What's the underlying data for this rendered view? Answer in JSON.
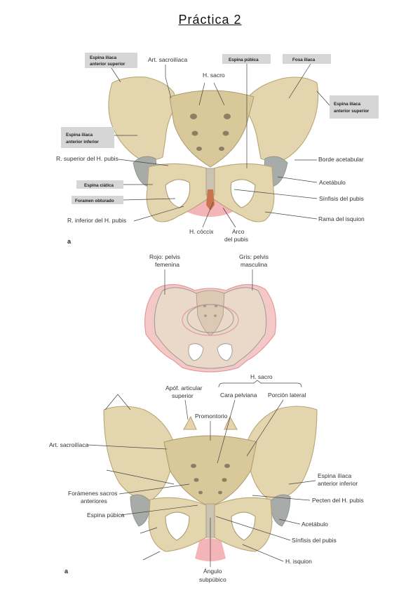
{
  "title": "Práctica 2",
  "figure_a": {
    "boxed_labels": {
      "asis_left_1": "Espina ilíaca",
      "asis_left_2": "anterior superior",
      "pubic_spine": "Espina púbica",
      "iliac_fossa": "Fosa ilíaca",
      "asis_right_1": "Espina ilíaca",
      "asis_right_2": "anterior superior",
      "aiis_1": "Espina ilíaca",
      "aiis_2": "anterior inferior",
      "sciatic_spine": "Espina ciática",
      "obturator": "Foramen obturado"
    },
    "labels": {
      "sacroiliac": "Art. sacroilíaca",
      "sacrum": "H. sacro",
      "superior_pubis": "R. superior del H. pubis",
      "acetabular_rim": "Borde acetabular",
      "acetabulum": "Acetábulo",
      "symphysis": "Sínfisis del pubis",
      "ischial_ramus": "Rama del isquion",
      "inferior_pubis": "R. inferior del H. pubis",
      "coccyx": "H. cóccix",
      "arch_1": "Arco",
      "arch_2": "del pubis"
    },
    "letter": "a"
  },
  "figure_compare": {
    "female_1": "Rojo: pelvis",
    "female_2": "femenina",
    "male_1": "Gris: pelvis",
    "male_2": "masculina",
    "colors": {
      "female": "#e8a0a0",
      "male": "#9a9a9a"
    }
  },
  "figure_b": {
    "labels": {
      "sacrum_group": "H. sacro",
      "articular_1": "Apóf. articular",
      "articular_2": "superior",
      "pelvic_face": "Cara pelviana",
      "lateral_part": "Porción lateral",
      "promontory": "Promontorio",
      "sacroiliac": "Art. sacroilíaca",
      "aiis_1": "Espina ilíaca",
      "aiis_2": "anterior inferior",
      "foramina_1": "Forámenes sacros",
      "foramina_2": "anteriores",
      "pecten": "Pecten del H. pubis",
      "pubic_spine": "Espina púbica",
      "acetabulum": "Acetábulo",
      "symphysis": "Sínfisis del pubis",
      "ischium": "H. isquion",
      "angle_1": "Ángulo",
      "angle_2": "subpúbico"
    },
    "letter": "a"
  }
}
